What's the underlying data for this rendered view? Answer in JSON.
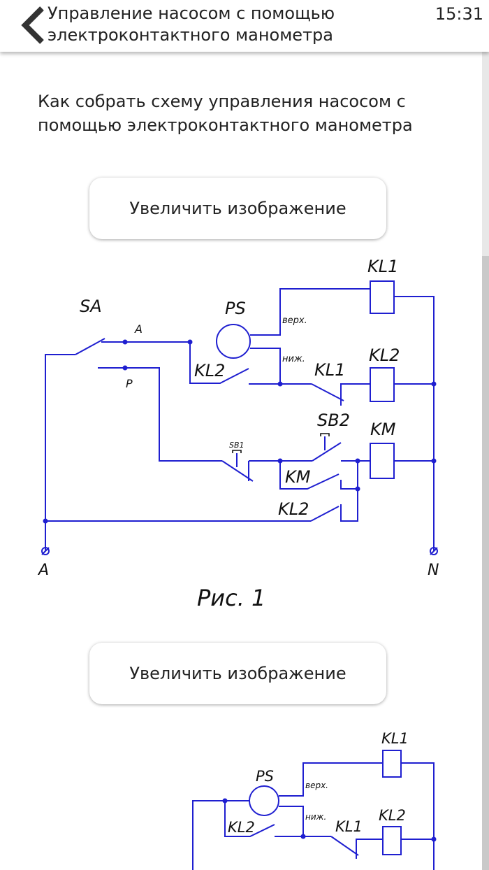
{
  "header": {
    "title_line1": "Управление насосом с помощью",
    "title_line2": "электроконтактного манометра",
    "time": "15:31",
    "back_icon": "chevron-left-icon"
  },
  "intro_text": "Как собрать схему управления насосом с помощью электроконтактного манометра",
  "zoom_button_label": "Увеличить изображение",
  "figure1": {
    "caption": "Рис. 1",
    "labels": {
      "switch": "SA",
      "switch_auto": "А",
      "switch_manual": "Р",
      "gauge": "PS",
      "upper_contact": "верх.",
      "lower_contact": "ниж.",
      "relay1": "KL1",
      "relay2": "KL2",
      "start_button": "SB1",
      "stop_button": "SB2",
      "contactor": "KM",
      "phase_terminal": "A",
      "neutral_terminal": "N"
    },
    "wire_color": "#1f1fd0"
  },
  "figure2": {
    "labels": {
      "gauge": "PS",
      "upper_contact": "верх.",
      "lower_contact": "ниж.",
      "relay1": "KL1",
      "relay2": "KL2"
    }
  }
}
